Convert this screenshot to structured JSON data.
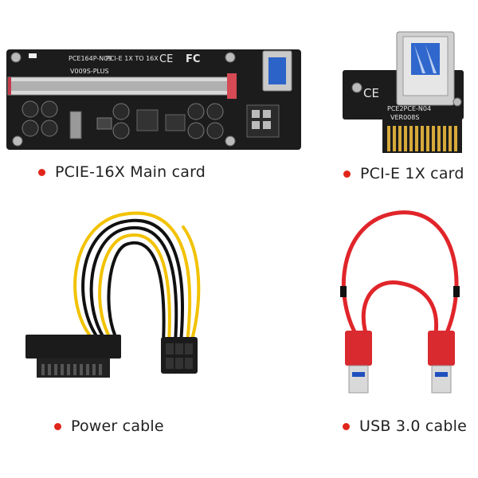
{
  "items": [
    {
      "caption": "PCIE-16X Main card",
      "board_labels": [
        "PCE164P-N09",
        "V009S-PLUS",
        "PCI-E 1X TO 16X",
        "CE",
        "FC"
      ]
    },
    {
      "caption": "PCI-E 1X card",
      "board_labels": [
        "PCE2PCE-N04",
        "VER008S",
        "CE"
      ]
    },
    {
      "caption": "Power cable",
      "board_labels": []
    },
    {
      "caption": "USB 3.0 cable",
      "board_labels": []
    }
  ],
  "colors": {
    "bullet": "#e1251b",
    "pcb": "#1a1a1a",
    "cable_red": "#e0252a",
    "wire_yellow": "#f2c200"
  }
}
